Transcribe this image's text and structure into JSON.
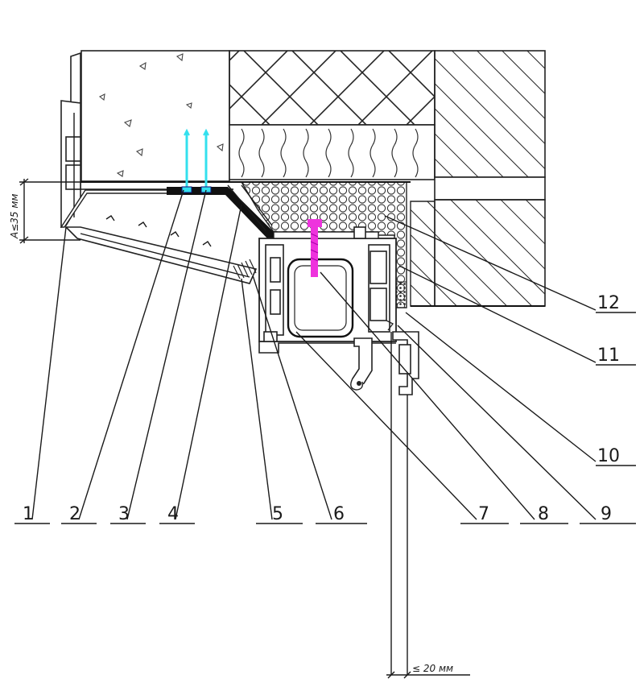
{
  "dimensions": {
    "height_dim": "A≤35 мм",
    "gap_dim": "≤ 20 мм"
  },
  "callouts": [
    "1",
    "2",
    "3",
    "4",
    "5",
    "6",
    "7",
    "8",
    "9",
    "10",
    "11",
    "12"
  ],
  "colors": {
    "line": "#1a1a1a",
    "screw_cyan": "#33e0ee",
    "screw_magenta": "#ee33dd"
  },
  "icons": {
    "anchor_screws": "screw-icon",
    "frame_screw": "screw-icon"
  }
}
